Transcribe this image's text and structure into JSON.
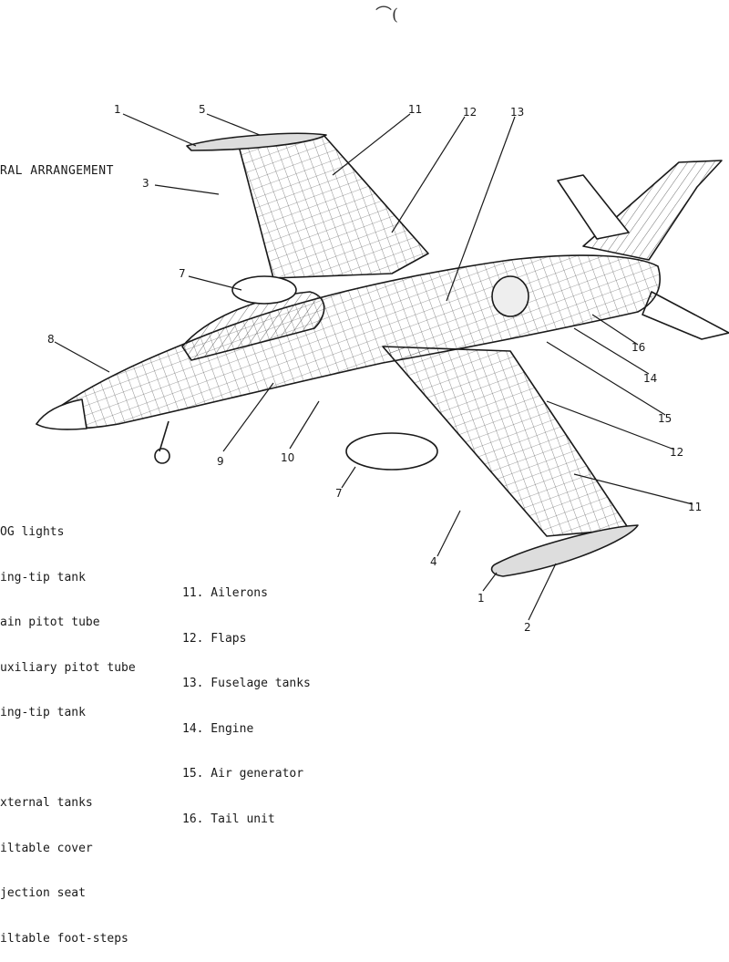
{
  "title": "RAL ARRANGEMENT",
  "top_mark": "⌒(",
  "callouts": [
    "1",
    "5",
    "11",
    "12",
    "13",
    "3",
    "7",
    "8",
    "9",
    "10",
    "16",
    "14",
    "15",
    "12",
    "7",
    "11",
    "4",
    "1",
    "2"
  ],
  "legend_left": [
    "OG lights",
    "ing-tip tank",
    "ain pitot tube",
    "uxiliary pitot tube",
    "ing-tip tank",
    "",
    "xternal tanks",
    "iltable cover",
    "jection seat",
    "iltable foot-steps"
  ],
  "legend_right": [
    "11. Ailerons",
    "12. Flaps",
    "13. Fuselage tanks",
    "14. Engine",
    "15. Air generator",
    "16. Tail unit"
  ]
}
